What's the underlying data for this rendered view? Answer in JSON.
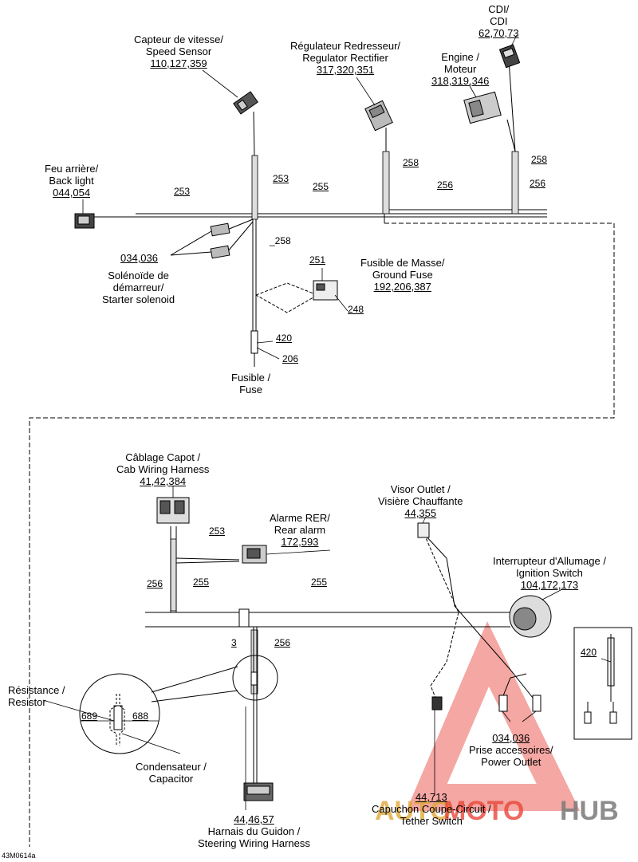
{
  "labels": {
    "cdi": [
      "CDI/",
      "CDI",
      "62,70,73"
    ],
    "speed_sensor": [
      "Capteur de vitesse/",
      "Speed Sensor",
      "110,127,359"
    ],
    "regulator": [
      "Régulateur Redresseur/",
      "Regulator Rectifier",
      "317,320,351"
    ],
    "engine": [
      "Engine /",
      "Moteur",
      "318,319,346"
    ],
    "back_light": [
      "Feu arrière/",
      "Back light",
      "044,054"
    ],
    "starter_solenoid": [
      "Solénoïde de",
      "démarreur/",
      "Starter solenoid"
    ],
    "starter_solenoid_ref": "034,036",
    "ground_fuse": [
      "Fusible de Masse/",
      "Ground Fuse",
      "192,206,387"
    ],
    "fuse": [
      "Fusible /",
      "Fuse"
    ],
    "cab_harness": [
      "Câblage Capot /",
      "Cab Wiring Harness",
      "41,42,384"
    ],
    "rear_alarm": [
      "Alarme RER/",
      "Rear alarm",
      "172,593"
    ],
    "visor_outlet": [
      "Visor Outlet /",
      "Visière Chauffante",
      "44,355"
    ],
    "ignition_switch": [
      "Interrupteur d'Allumage /",
      "Ignition Switch",
      "104,172,173"
    ],
    "resistor": [
      "Résistance /",
      "Resistor"
    ],
    "capacitor": [
      "Condensateur /",
      "Capacitor"
    ],
    "steering_harness": [
      "44,46,57",
      "Harnais du Guidon /",
      "Steering Wiring Harness"
    ],
    "tether_switch": [
      "44,713",
      "Capuchon Coupe-Circuit /",
      "Tether Switch"
    ],
    "power_outlet": [
      "034,036",
      "Prise accessoires/",
      "Power Outlet"
    ]
  },
  "wire_numbers": {
    "w253_top": "253",
    "w253_left": "253",
    "w255_top": "255",
    "w256_top_a": "256",
    "w256_top_b": "256",
    "w258_reg": "258",
    "w258_cdi": "258",
    "w258_sol": "_258",
    "w251": "251",
    "w248": "248",
    "w420_fuse": "420",
    "w206": "206",
    "w253_bottom": "253",
    "w256_bottom_left": "256",
    "w255_bottom_left": "255",
    "w255_bottom_right": "255",
    "w3": "3",
    "w256_bottom": "256",
    "w689": "689",
    "w688": "688",
    "w420_inset": "420"
  },
  "drawing_code": "43M0614a",
  "watermark": {
    "part1": "AUTO",
    "part2": "MOTO",
    "part3": "HUB",
    "color": "#e8473b",
    "color_alt": "#7a7a7a",
    "gold": "#e0a83a"
  }
}
